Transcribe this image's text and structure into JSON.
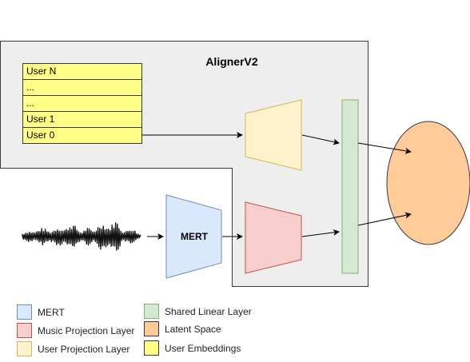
{
  "diagram": {
    "container_title": "AlignerV2",
    "user_embeddings": [
      "User N",
      "...",
      "...",
      "User 1",
      "User 0"
    ],
    "mert_label": "MERT"
  },
  "legend": [
    {
      "label": "MERT",
      "fill": "#dae8fc",
      "stroke": "#6c8ebf"
    },
    {
      "label": "Music Projection Layer",
      "fill": "#f8cecc",
      "stroke": "#b85450"
    },
    {
      "label": "User Projection Layer",
      "fill": "#fff2cc",
      "stroke": "#d6b656"
    },
    {
      "label": "Shared Linear Layer",
      "fill": "#d5e8d4",
      "stroke": "#82b366"
    },
    {
      "label": "Latent Space",
      "fill": "#ffcc99",
      "stroke": "#36393d"
    },
    {
      "label": "User Embeddings",
      "fill": "#ffff88",
      "stroke": "#36393d"
    }
  ],
  "colors": {
    "container_fill": "#eeeeee",
    "container_stroke": "#36393d",
    "waveform": "#111111",
    "arrow": "#000000"
  }
}
